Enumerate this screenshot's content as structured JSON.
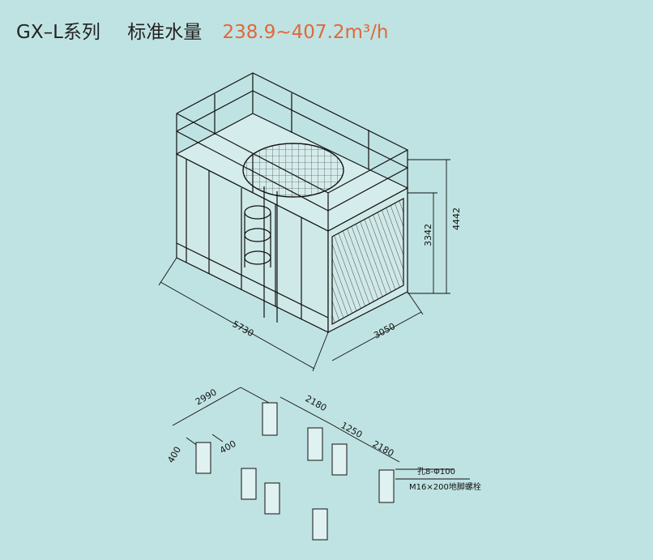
{
  "header": {
    "series": "GX–L系列",
    "label": "标准水量",
    "range": "238.9~407.2m³/h"
  },
  "tower": {
    "length": "5730",
    "width": "3050",
    "height_total": "4442",
    "height_body": "3342"
  },
  "foundation": {
    "span_a": "2990",
    "span_b": "2180",
    "span_c": "1250",
    "span_d": "2180",
    "pier_w": "400",
    "pier_d": "400",
    "hole_note": "孔8-Φ100",
    "bolt_note": "M16×200地脚螺栓"
  },
  "colors": {
    "background": "#bfe3e2",
    "accent": "#e2673a",
    "line": "#111111"
  }
}
